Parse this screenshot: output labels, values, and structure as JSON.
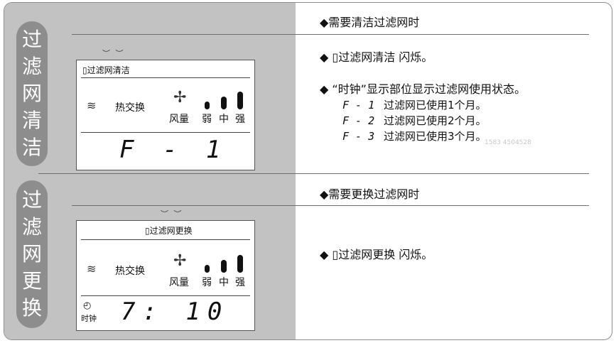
{
  "section1": {
    "side_title": [
      "过",
      "滤",
      "网",
      "清",
      "洁"
    ],
    "lcd": {
      "indicator": "▯过滤网清洁",
      "spark": "︶ ︶",
      "swirl_icon": "≋",
      "mode": "热交换",
      "fan_label": "风量",
      "speeds": [
        "弱",
        "中",
        "强"
      ],
      "display": "F - 1"
    },
    "heading": "◆需要清洁过滤网时",
    "bullet1": "◆ ▯过滤网清洁 闪烁。",
    "bullet2": "◆ “时钟”显示部位显示过滤网使用状态。",
    "status_lines": [
      {
        "code": "F - 1",
        "text": "过滤网已使用1个月。"
      },
      {
        "code": "F - 2",
        "text": "过滤网已使用2个月。"
      },
      {
        "code": "F - 3",
        "text": "过滤网已使用3个月。"
      }
    ],
    "watermark": "1583 4504528"
  },
  "section2": {
    "side_title": [
      "过",
      "滤",
      "网",
      "更",
      "换"
    ],
    "lcd": {
      "indicator": "▯过滤网更换",
      "spark": "︶ ︶",
      "swirl_icon": "≋",
      "mode": "热交换",
      "fan_label": "风量",
      "speeds": [
        "弱",
        "中",
        "强"
      ],
      "clock_icon": "◴",
      "clock_label": "时钟",
      "display": "7: 10"
    },
    "heading": "◆需要更换过滤网时",
    "bullet1": "◆ ▯过滤网更换 闪烁。"
  }
}
